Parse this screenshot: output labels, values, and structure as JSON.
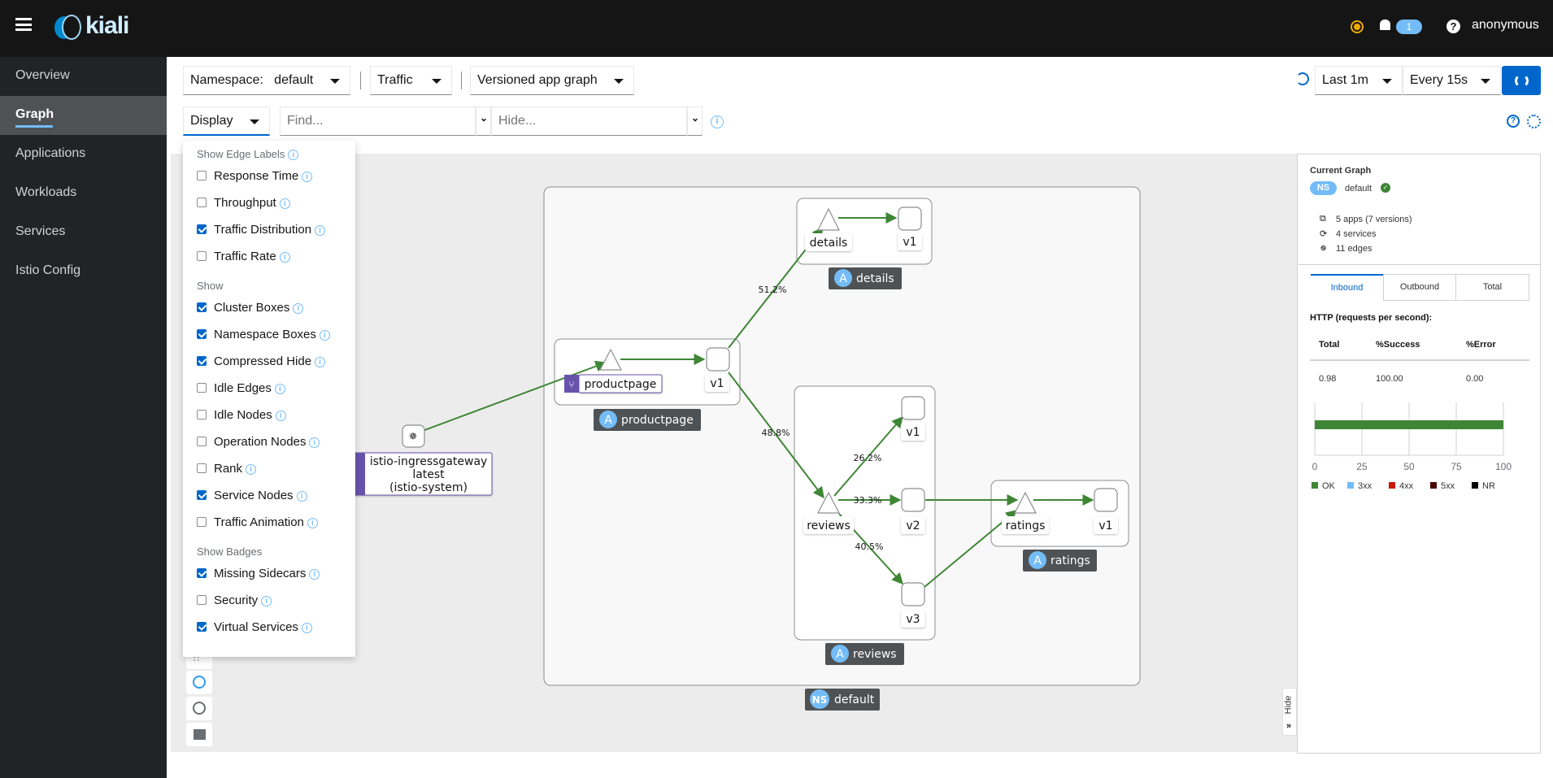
{
  "topbar": {
    "brand": "kiali",
    "notification_count": "1",
    "user": "anonymous",
    "icons": [
      "hamburger-icon",
      "kiali-logo",
      "status-icon",
      "bell-icon",
      "help-icon"
    ],
    "status_color": "#f0ab00"
  },
  "sidebar": {
    "items": [
      {
        "label": "Overview"
      },
      {
        "label": "Graph",
        "selected": true
      },
      {
        "label": "Applications"
      },
      {
        "label": "Workloads"
      },
      {
        "label": "Services"
      },
      {
        "label": "Istio Config"
      }
    ]
  },
  "toolbar": {
    "namespace_label": "Namespace:",
    "namespace_value": "default",
    "traffic": "Traffic",
    "graph_type": "Versioned app graph",
    "duration": "Last 1m",
    "refresh_interval": "Every 15s",
    "display": "Display",
    "find_placeholder": "Find...",
    "hide_placeholder": "Hide..."
  },
  "display_menu": {
    "sections": [
      {
        "title": "Show Edge Labels",
        "items": [
          {
            "label": "Response Time",
            "checked": false
          },
          {
            "label": "Throughput",
            "checked": false
          },
          {
            "label": "Traffic Distribution",
            "checked": true
          },
          {
            "label": "Traffic Rate",
            "checked": false
          }
        ]
      },
      {
        "title": "Show",
        "items": [
          {
            "label": "Cluster Boxes",
            "checked": true
          },
          {
            "label": "Namespace Boxes",
            "checked": true
          },
          {
            "label": "Compressed Hide",
            "checked": true
          },
          {
            "label": "Idle Edges",
            "checked": false
          },
          {
            "label": "Idle Nodes",
            "checked": false
          },
          {
            "label": "Operation Nodes",
            "checked": false
          },
          {
            "label": "Rank",
            "checked": false
          },
          {
            "label": "Service Nodes",
            "checked": true
          },
          {
            "label": "Traffic Animation",
            "checked": false
          }
        ]
      },
      {
        "title": "Show Badges",
        "items": [
          {
            "label": "Missing Sidecars",
            "checked": true
          },
          {
            "label": "Security",
            "checked": false
          },
          {
            "label": "Virtual Services",
            "checked": true
          }
        ]
      }
    ]
  },
  "graph": {
    "namespace_box": {
      "badge": "NS",
      "label": "default"
    },
    "apps": {
      "details": {
        "badge": "A",
        "label": "details"
      },
      "productpage": {
        "badge": "A",
        "label": "productpage"
      },
      "reviews": {
        "badge": "A",
        "label": "reviews"
      },
      "ratings": {
        "badge": "A",
        "label": "ratings"
      }
    },
    "nodes": {
      "details_svc": "details",
      "details_v1": "v1",
      "productpage_svc": "productpage",
      "productpage_v1": "v1",
      "reviews_svc": "reviews",
      "reviews_v1": "v1",
      "reviews_v2": "v2",
      "reviews_v3": "v3",
      "ratings_svc": "ratings",
      "ratings_v1": "v1",
      "ingress_line1": "istio-ingressgateway",
      "ingress_line2": "latest",
      "ingress_line3": "(istio-system)"
    },
    "edge_labels": {
      "pp_details": "51.2%",
      "pp_reviews": "48.8%",
      "reviews_v1": "26.2%",
      "reviews_v2": "33.3%",
      "reviews_v3": "40.5%"
    },
    "edge_color": "#3e8635"
  },
  "panel": {
    "title": "Current Graph",
    "ns_badge": "NS",
    "namespace": "default",
    "apps": "5 apps (7 versions)",
    "services": "4 services",
    "edges": "11 edges",
    "tabs": [
      "Inbound",
      "Outbound",
      "Total"
    ],
    "active_tab": "Inbound",
    "http_title": "HTTP (requests per second):",
    "headers": [
      "Total",
      "%Success",
      "%Error"
    ],
    "values": [
      "0.98",
      "100.00",
      "0.00"
    ],
    "hide_label": "Hide"
  },
  "chart_data": {
    "type": "bar",
    "orientation": "horizontal",
    "xlim": [
      0,
      100
    ],
    "ticks": [
      "0",
      "25",
      "50",
      "75",
      "100"
    ],
    "series": [
      {
        "name": "OK",
        "value": 100,
        "color": "#3e8635"
      },
      {
        "name": "3xx",
        "value": 0,
        "color": "#73bcf7"
      },
      {
        "name": "4xx",
        "value": 0,
        "color": "#c9190b"
      },
      {
        "name": "5xx",
        "value": 0,
        "color": "#470000"
      },
      {
        "name": "NR",
        "value": 0,
        "color": "#000000"
      }
    ]
  }
}
